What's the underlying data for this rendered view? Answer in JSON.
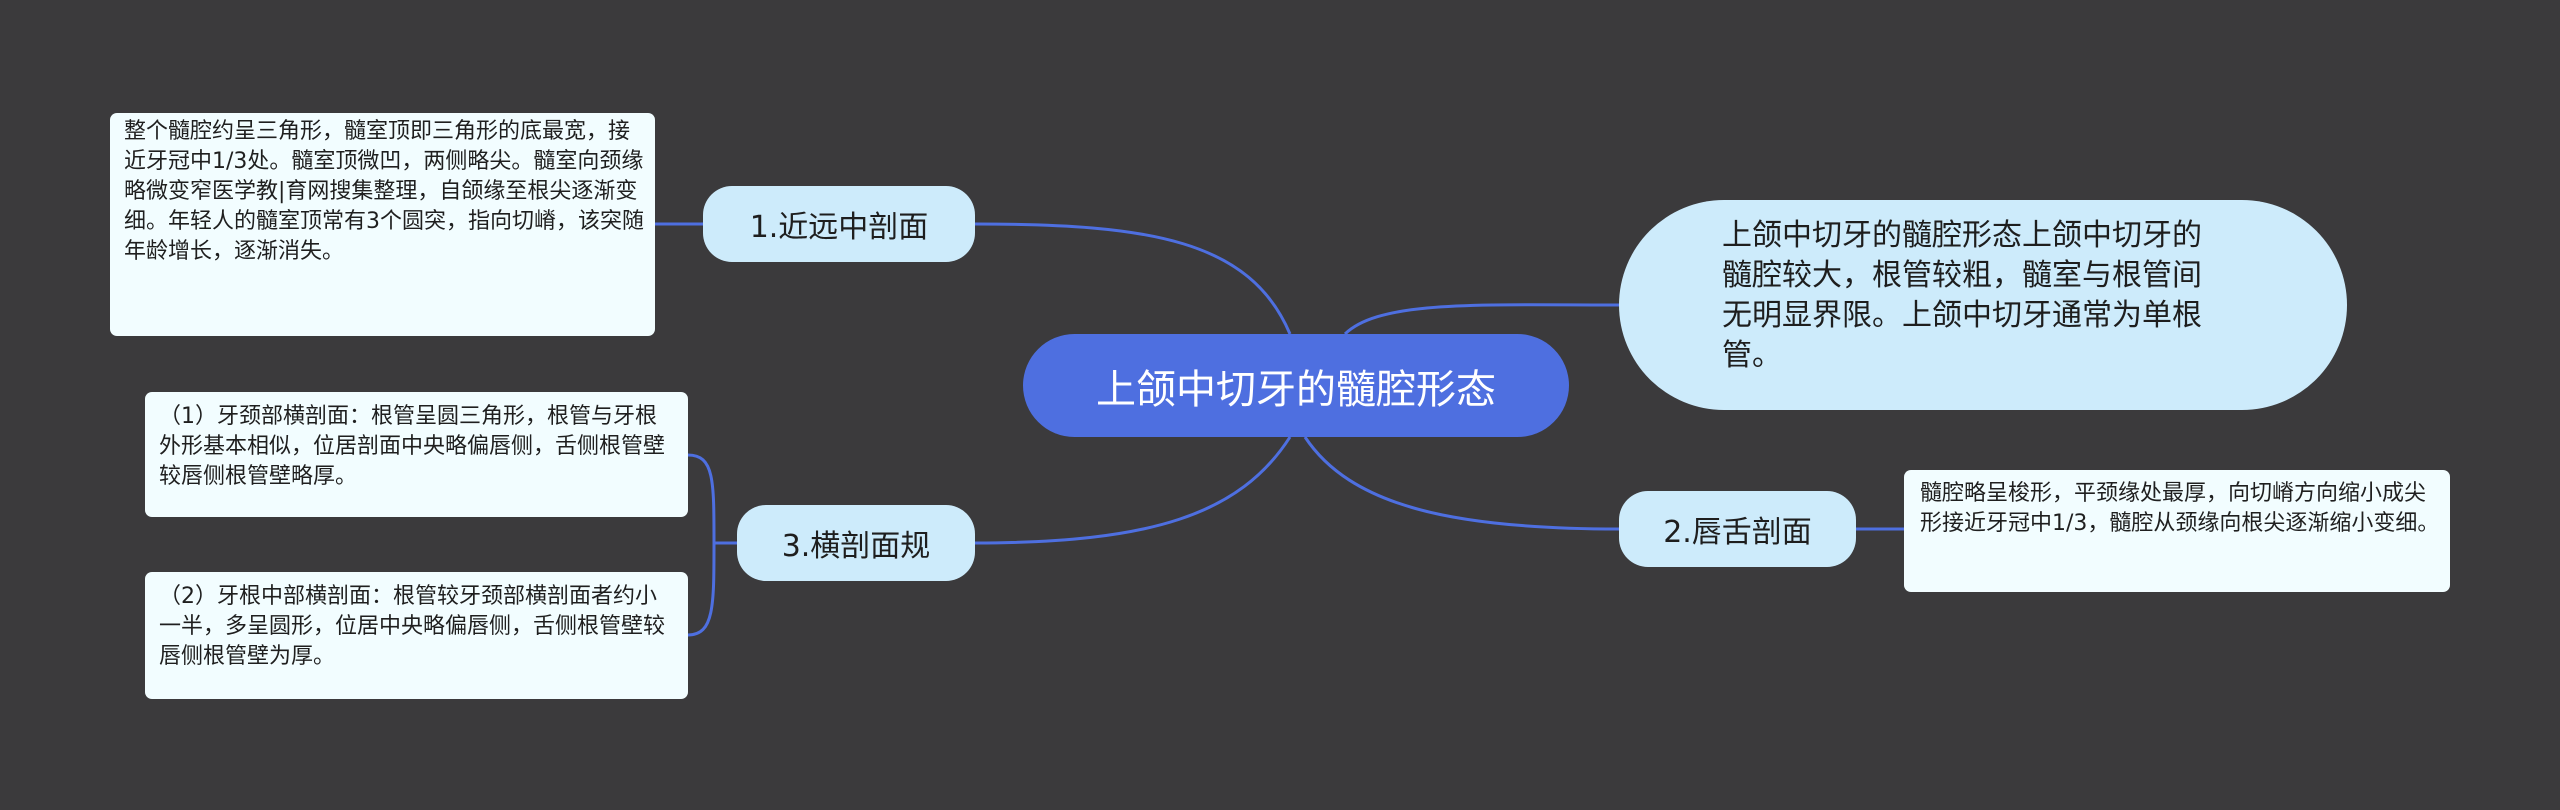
{
  "root": {
    "label": "上颌中切牙的髓腔形态"
  },
  "summary": {
    "text": "上颌中切牙的髓腔形态上颌中切牙的髓腔较大，根管较粗，髓室与根管间无明显界限。上颌中切牙通常为单根管。"
  },
  "branches": [
    {
      "label": "1.近远中剖面",
      "details": [
        "整个髓腔约呈三角形，髓室顶即三角形的底最宽，接近牙冠中1/3处。髓室顶微凹，两侧略尖。髓室向颈缘略微变窄医学教|育网搜集整理，自颌缘至根尖逐渐变细。年轻人的髓室顶常有3个圆突，指向切嵴，该突随年龄增长，逐渐消失。"
      ]
    },
    {
      "label": "2.唇舌剖面",
      "details": [
        "髓腔略呈梭形，平颈缘处最厚，向切嵴方向缩小成尖形接近牙冠中1/3，髓腔从颈缘向根尖逐渐缩小变细。"
      ]
    },
    {
      "label": "3.横剖面规",
      "details": [
        "（1）牙颈部横剖面：根管呈圆三角形，根管与牙根外形基本相似，位居剖面中央略偏唇侧，舌侧根管壁较唇侧根管壁略厚。",
        "（2）牙根中部横剖面：根管较牙颈部横剖面者约小一半，多呈圆形，位居中央略偏唇侧，舌侧根管壁较唇侧根管壁为厚。"
      ]
    }
  ],
  "colors": {
    "background": "#3b3a3c",
    "root": "#4e6fe0",
    "branch": "#cdebfb",
    "leaf": "#f2fdff",
    "connector": "#4e6fe0"
  }
}
